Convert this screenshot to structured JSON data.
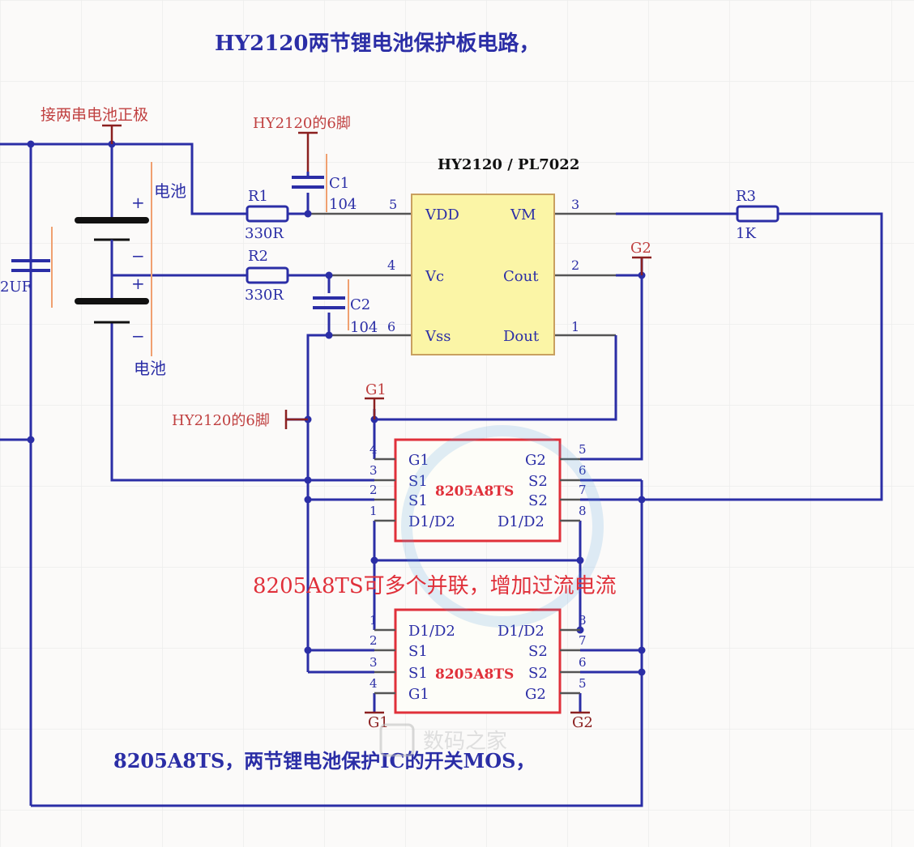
{
  "title": "HY2120两节锂电池保护板电路，",
  "bottom_note": "8205A8TS，两节锂电池保护IC的开关MOS，",
  "parallel_note": "8205A8TS可多个并联，增加过流电流",
  "watermark": "数码之家",
  "net_labels": {
    "battery_positive": "接两串电池正极",
    "hy_pin6_top": "HY2120的6脚",
    "hy_pin6_mid": "HY2120的6脚",
    "g2_top": "G2",
    "g1_top": "G1",
    "g1_bottom": "G1",
    "g2_bottom": "G2"
  },
  "battery": {
    "label_top": "电池",
    "label_bottom": "电池",
    "plus1": "+",
    "minus1": "−",
    "plus2": "+",
    "minus2": "−"
  },
  "left_cap": "2UF",
  "components": {
    "r1": {
      "ref": "R1",
      "value": "330R"
    },
    "r2": {
      "ref": "R2",
      "value": "330R"
    },
    "r3": {
      "ref": "R3",
      "value": "1K"
    },
    "c1": {
      "ref": "C1",
      "value": "104"
    },
    "c2": {
      "ref": "C2",
      "value": "104"
    }
  },
  "ic": {
    "title": "HY2120 / PL7022",
    "pins": {
      "vdd": "VDD",
      "vc": "Vc",
      "vss": "Vss",
      "vm": "VM",
      "cout": "Cout",
      "dout": "Dout"
    },
    "pin_numbers": {
      "p5": "5",
      "p4": "4",
      "p6": "6",
      "p3": "3",
      "p2": "2",
      "p1": "1"
    }
  },
  "mos_top": {
    "name": "8205A8TS",
    "left_pins": [
      "G1",
      "S1",
      "S1",
      "D1/D2"
    ],
    "right_pins": [
      "G2",
      "S2",
      "S2",
      "D1/D2"
    ],
    "left_nums": [
      "4",
      "3",
      "2",
      "1"
    ],
    "right_nums": [
      "5",
      "6",
      "7",
      "8"
    ]
  },
  "mos_bottom": {
    "name": "8205A8TS",
    "left_pins": [
      "D1/D2",
      "S1",
      "S1",
      "G1"
    ],
    "right_pins": [
      "D1/D2",
      "S2",
      "S2",
      "G2"
    ],
    "left_nums": [
      "1",
      "2",
      "3",
      "4"
    ],
    "right_nums": [
      "8",
      "7",
      "6",
      "5"
    ]
  }
}
